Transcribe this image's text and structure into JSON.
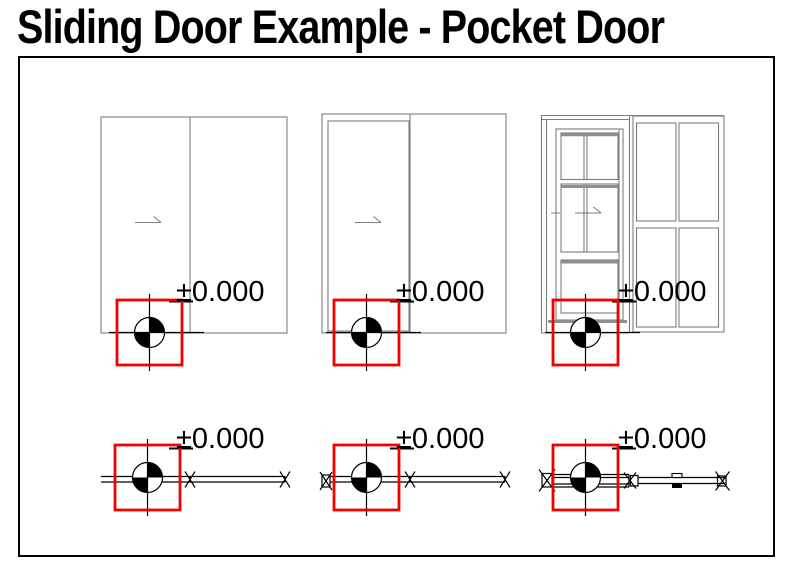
{
  "title": "Sliding Door Example - Pocket Door",
  "colors": {
    "line_gray": "#7d7d7d",
    "shadow_gray": "#8f8f8f",
    "marker_red": "#f20000",
    "line_black": "#000000",
    "background": "#ffffff"
  },
  "elevations": [
    {
      "level": "±0.000"
    },
    {
      "level": "±0.000"
    },
    {
      "level": "±0.000"
    }
  ],
  "plans": [
    {
      "level": "±0.000"
    },
    {
      "level": "±0.000"
    },
    {
      "level": "±0.000"
    }
  ]
}
